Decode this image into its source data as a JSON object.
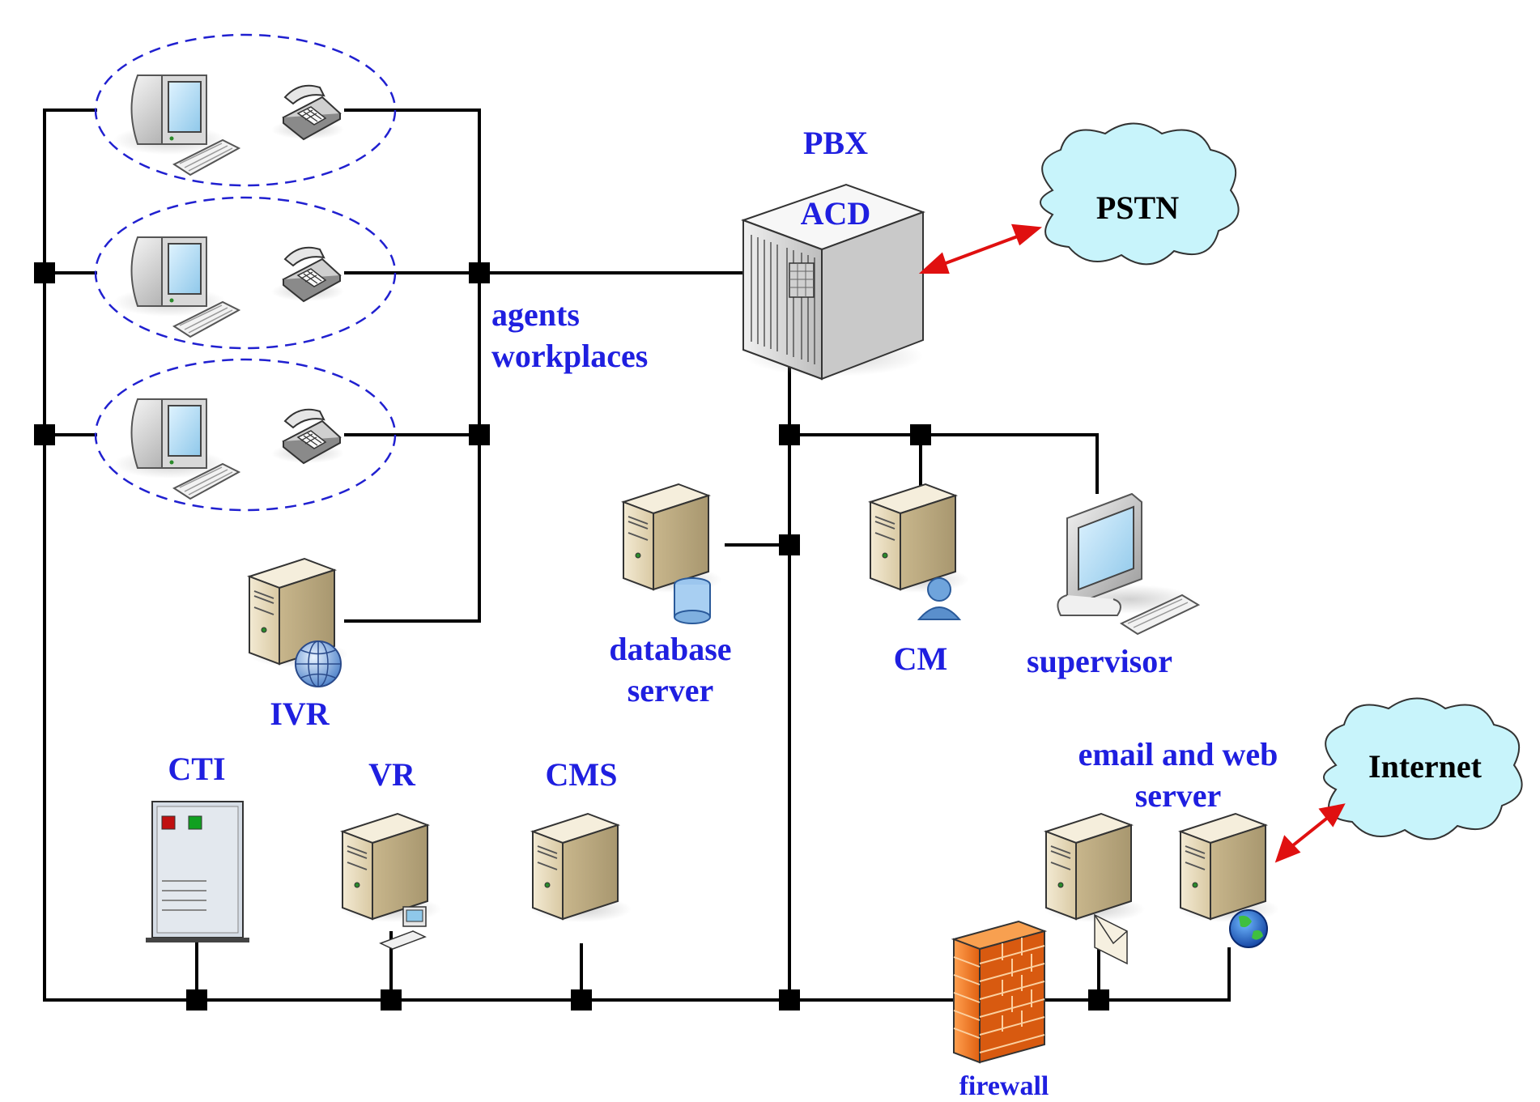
{
  "labels": {
    "pbx": "PBX",
    "acd": "ACD",
    "pstn": "PSTN",
    "internet": "Internet",
    "agents_line1": "agents",
    "agents_line2": "workplaces",
    "database_line1": "database",
    "database_line2": "server",
    "cm": "CM",
    "supervisor": "supervisor",
    "ivr": "IVR",
    "cti": "CTI",
    "vr": "VR",
    "cms": "CMS",
    "email_line1": "email and web",
    "email_line2": "server",
    "firewall": "firewall"
  },
  "colors": {
    "label_blue": "#1f1fe0",
    "link_red": "#e01010",
    "cloud_fill": "#c8f4fb",
    "server_beige": "#e8dcc0",
    "firewall_orange": "#f07020",
    "group_dash": "#2020d0"
  },
  "icons": {
    "workstation": "computer-with-phone",
    "pbx": "pbx-cabinet-icon",
    "server": "tower-server-icon",
    "cloud": "cloud-icon",
    "firewall": "brick-firewall-icon"
  }
}
